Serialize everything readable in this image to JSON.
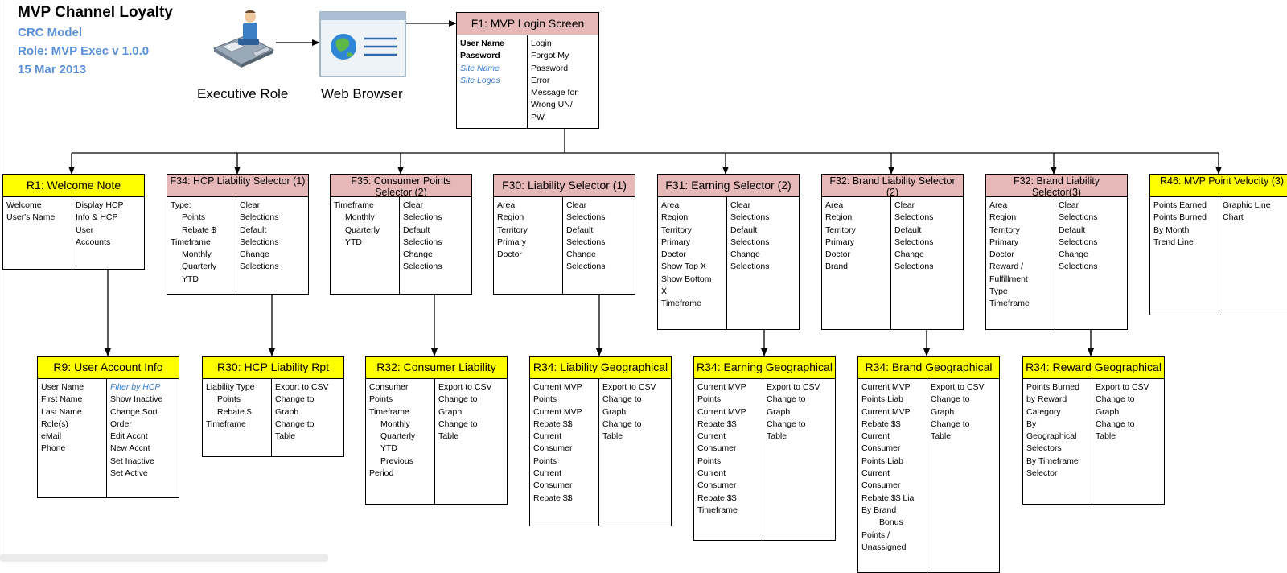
{
  "header": {
    "title": "MVP Channel Loyalty",
    "lines": [
      "CRC Model",
      "Role:  MVP Exec v 1.0.0",
      "15 Mar 2013"
    ]
  },
  "actors": {
    "executive_label": "Executive Role",
    "browser_label": "Web Browser"
  },
  "login": {
    "title": "F1: MVP Login Screen",
    "left": [
      {
        "text": "User Name",
        "style": "bold"
      },
      {
        "text": "Password",
        "style": "bold"
      },
      {
        "text": "Site Name",
        "style": "blue"
      },
      {
        "text": "Site Logos",
        "style": "blue"
      }
    ],
    "right": [
      "Login",
      "Forgot My",
      "Password",
      "Error",
      "Message for",
      "Wrong UN/",
      "PW"
    ]
  },
  "boxes": [
    {
      "id": "r1",
      "title": "R1: Welcome Note",
      "color": "yellow",
      "left": [
        "Welcome",
        "User's Name"
      ],
      "right": [
        "Display HCP",
        "Info & HCP",
        "User",
        "Accounts"
      ]
    },
    {
      "id": "f34",
      "title": "F34: HCP Liability Selector (1)",
      "color": "pink",
      "left": [
        {
          "text": "Type:",
          "ind": 0
        },
        {
          "text": "Points",
          "ind": 1
        },
        {
          "text": "Rebate $",
          "ind": 1
        },
        {
          "text": "Timeframe",
          "ind": 0
        },
        {
          "text": "Monthly",
          "ind": 1
        },
        {
          "text": "Quarterly",
          "ind": 1
        },
        {
          "text": "YTD",
          "ind": 1
        }
      ],
      "right": [
        "Clear",
        "Selections",
        "Default",
        "Selections",
        "Change",
        "Selections"
      ]
    },
    {
      "id": "f35",
      "title": "F35: Consumer Points Selector (2)",
      "color": "pink",
      "left": [
        {
          "text": "Timeframe",
          "ind": 0
        },
        {
          "text": "Monthly",
          "ind": 1
        },
        {
          "text": "Quarterly",
          "ind": 1
        },
        {
          "text": "YTD",
          "ind": 1
        }
      ],
      "right": [
        "Clear",
        "Selections",
        "Default",
        "Selections",
        "Change",
        "Selections"
      ]
    },
    {
      "id": "f30",
      "title": "F30: Liability Selector (1)",
      "color": "pink",
      "left": [
        "Area",
        "Region",
        "Territory",
        "Primary",
        "Doctor"
      ],
      "right": [
        "Clear",
        "Selections",
        "Default",
        "Selections",
        "Change",
        "Selections"
      ]
    },
    {
      "id": "f31",
      "title": "F31: Earning Selector (2)",
      "color": "pink",
      "left": [
        "Area",
        "Region",
        "Territory",
        "Primary",
        "Doctor",
        "Show Top X",
        "Show Bottom",
        "X",
        "Timeframe"
      ],
      "right": [
        "Clear",
        "Selections",
        "Default",
        "Selections",
        "Change",
        "Selections"
      ]
    },
    {
      "id": "f32a",
      "title": "F32: Brand Liability Selector (2)",
      "color": "pink",
      "left": [
        "Area",
        "Region",
        "Territory",
        "Primary",
        "Doctor",
        "Brand"
      ],
      "right": [
        "Clear",
        "Selections",
        "Default",
        "Selections",
        "Change",
        "Selections"
      ]
    },
    {
      "id": "f32b",
      "title": "F32: Brand Liability Selector(3)",
      "color": "pink",
      "left": [
        "Area",
        "Region",
        "Territory",
        "Primary",
        "Doctor",
        "Reward /",
        "Fulfillment",
        "Type",
        "Timeframe"
      ],
      "right": [
        "Clear",
        "Selections",
        "Default",
        "Selections",
        "Change",
        "Selections"
      ]
    },
    {
      "id": "r46",
      "title": "R46:  MVP Point Velocity (3)",
      "color": "yellow",
      "left": [
        "Points Earned",
        "Points Burned",
        "By Month",
        "Trend Line"
      ],
      "right": [
        "Graphic Line",
        "Chart"
      ]
    },
    {
      "id": "r9",
      "title": "R9: User Account Info",
      "color": "yellow",
      "left": [
        "User Name",
        "First Name",
        "Last Name",
        "Role(s)",
        "eMail",
        "Phone"
      ],
      "right": [
        {
          "text": "Filter by HCP",
          "style": "blue"
        },
        "Show Inactive",
        "Change Sort",
        "Order",
        "Edit Accnt",
        "New Accnt",
        "Set Inactive",
        "Set Active"
      ]
    },
    {
      "id": "r30",
      "title": "R30: HCP Liability Rpt",
      "color": "yellow",
      "left": [
        {
          "text": "Liability Type",
          "ind": 0
        },
        {
          "text": "Points",
          "ind": 1
        },
        {
          "text": "Rebate $",
          "ind": 1
        },
        {
          "text": "Timeframe",
          "ind": 0
        }
      ],
      "right": [
        "Export to CSV",
        "Change to",
        "Graph",
        "Change to",
        "Table"
      ]
    },
    {
      "id": "r32",
      "title": "R32: Consumer Liability",
      "color": "yellow",
      "left": [
        {
          "text": "Consumer",
          "ind": 0
        },
        {
          "text": "Points",
          "ind": 0
        },
        {
          "text": "Timeframe",
          "ind": 0
        },
        {
          "text": "Monthly",
          "ind": 1
        },
        {
          "text": "Quarterly",
          "ind": 1
        },
        {
          "text": "YTD",
          "ind": 1
        },
        {
          "text": "Previous",
          "ind": 1
        },
        {
          "text": "Period",
          "ind": 0
        }
      ],
      "right": [
        "Export to CSV",
        "Change to",
        "Graph",
        "Change to",
        "Table"
      ]
    },
    {
      "id": "r34a",
      "title": "R34: Liability Geographical",
      "color": "yellow",
      "left": [
        "Current MVP",
        "Points",
        "Current MVP",
        "Rebate $$",
        "Current",
        "Consumer",
        "Points",
        "Current",
        "Consumer",
        "Rebate $$"
      ],
      "right": [
        "Export to CSV",
        "Change to",
        "Graph",
        "Change to",
        "Table"
      ]
    },
    {
      "id": "r34b",
      "title": "R34: Earning Geographical",
      "color": "yellow",
      "left": [
        "Current MVP",
        "Points",
        "Current MVP",
        "Rebate $$",
        "Current",
        "Consumer",
        "Points",
        "Current",
        "Consumer",
        "Rebate $$",
        "Timeframe"
      ],
      "right": [
        "Export to CSV",
        "Change to",
        "Graph",
        "Change to",
        "Table"
      ]
    },
    {
      "id": "r34c",
      "title": "R34: Brand Geographical",
      "color": "yellow",
      "left": [
        {
          "text": "Current MVP",
          "ind": 0
        },
        {
          "text": "Points Liab",
          "ind": 0
        },
        {
          "text": "Current MVP",
          "ind": 0
        },
        {
          "text": "Rebate $$",
          "ind": 0
        },
        {
          "text": "Current",
          "ind": 0
        },
        {
          "text": "Consumer",
          "ind": 0
        },
        {
          "text": "Points Liab",
          "ind": 0
        },
        {
          "text": "Current",
          "ind": 0
        },
        {
          "text": "Consumer",
          "ind": 0
        },
        {
          "text": "Rebate $$ Lia",
          "ind": 0
        },
        {
          "text": "By Brand",
          "ind": 0
        },
        {
          "text": "Bonus",
          "ind": 2
        },
        {
          "text": "Points /",
          "ind": 0
        },
        {
          "text": "Unassigned",
          "ind": 0
        }
      ],
      "right": [
        "Export to CSV",
        "Change to",
        "Graph",
        "Change to",
        "Table"
      ]
    },
    {
      "id": "r34d",
      "title": "R34: Reward Geographical",
      "color": "yellow",
      "left": [
        "Points Burned",
        "by Reward",
        "Category",
        "By",
        "Geographical",
        "Selectors",
        "By Timeframe",
        "Selector"
      ],
      "right": [
        "Export to CSV",
        "Change to",
        "Graph",
        "Change to",
        "Table"
      ]
    }
  ]
}
